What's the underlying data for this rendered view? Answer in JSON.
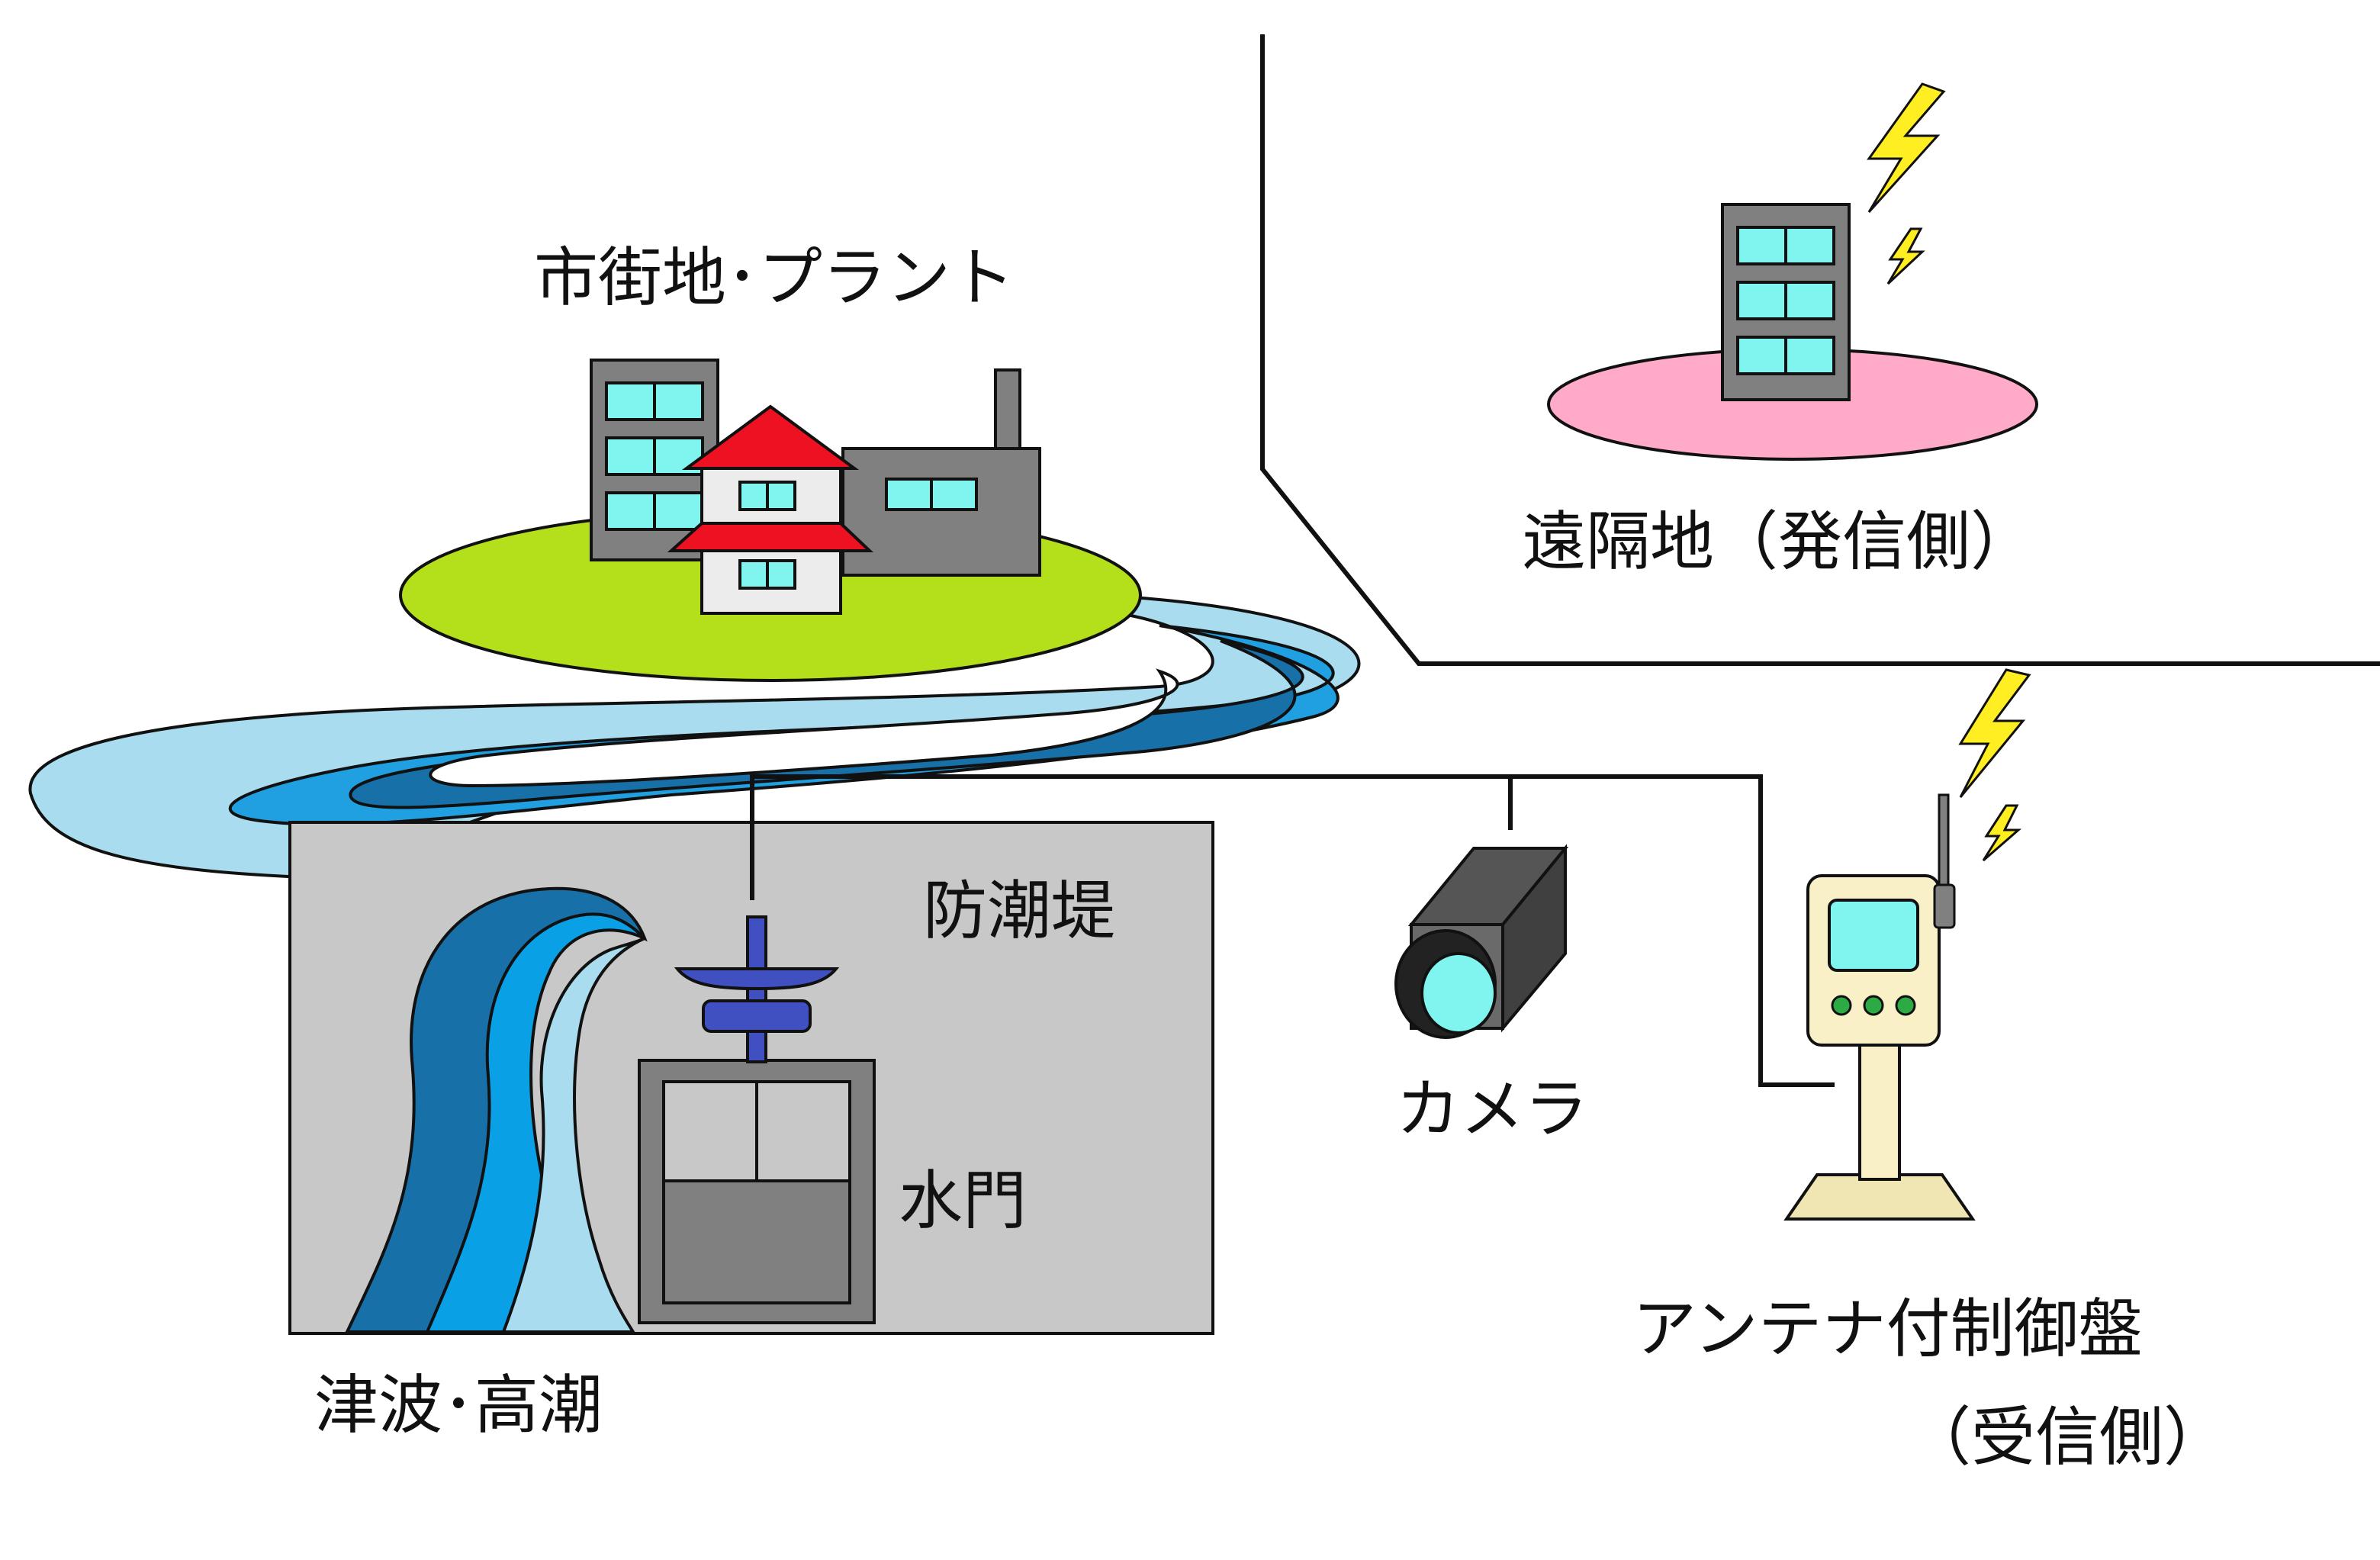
{
  "labels": {
    "city": "市街地･プラント",
    "remote": "遠隔地（発信側）",
    "seawall": "防潮堤",
    "floodgate": "水門",
    "camera": "カメラ",
    "panel_line1": "アンテナ付制御盤",
    "panel_line2": "（受信側）",
    "tsunami": "津波･高潮"
  },
  "colors": {
    "city_ground": "#b3e01a",
    "remote_ground": "#ffaac8",
    "building": "#808080",
    "window": "#80f5f0",
    "roof": "#ee1122",
    "river_light": "#a8dcee",
    "river_mid": "#20a0e0",
    "river_dark": "#1870a8",
    "seawall": "#c8c8c8",
    "wave_dark": "#1870a8",
    "wave_mid": "#0aa0e6",
    "wave_light": "#a8dcee",
    "gate_handle": "#4050c0",
    "panel_body": "#faf0c8",
    "panel_lamp": "#2eaa44",
    "lightning": "#ffee22"
  },
  "icons": [
    "building-icon",
    "house-icon",
    "factory-icon",
    "river-icon",
    "tsunami-wave-icon",
    "floodgate-icon",
    "camera-icon",
    "control-panel-icon",
    "antenna-icon",
    "lightning-icon"
  ]
}
